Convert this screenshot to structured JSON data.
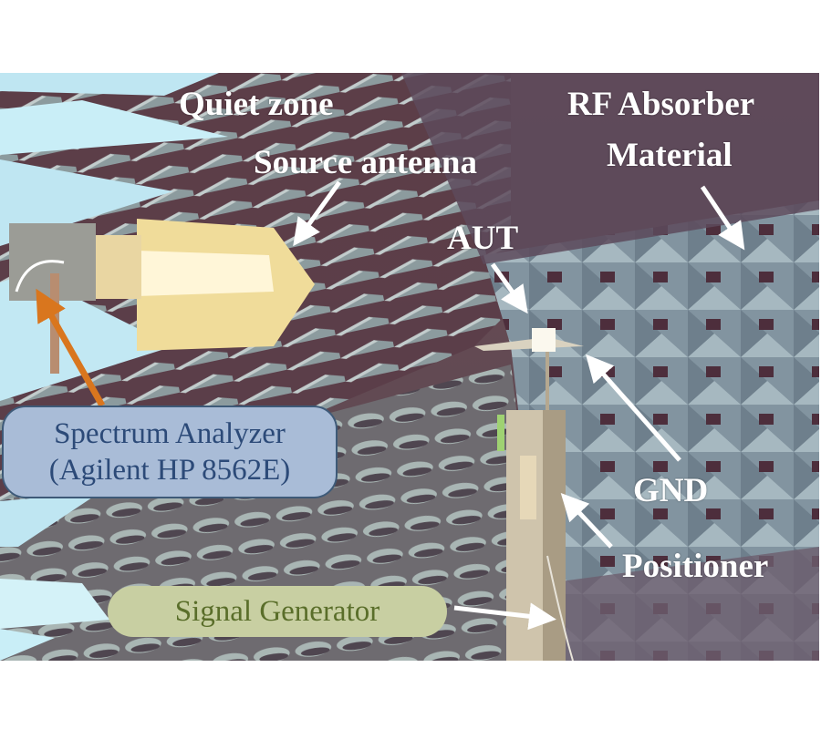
{
  "figure": {
    "description": "Anechoic chamber antenna measurement setup",
    "labels": {
      "quiet_zone": "Quiet zone",
      "source_antenna": "Source antenna",
      "rf_absorber_line1": "RF Absorber",
      "rf_absorber_line2": "Material",
      "aut": "AUT",
      "gnd": "GND",
      "positioner": "Positioner"
    },
    "callouts": {
      "spectrum_analyzer_line1": "Spectrum Analyzer",
      "spectrum_analyzer_line2": "(Agilent HP 8562E)",
      "signal_generator": "Signal Generator"
    },
    "colors": {
      "label_text": "#ffffff",
      "spectrum_box_fill": "#a9bcd7",
      "spectrum_box_border": "#3e5a78",
      "spectrum_box_text": "#2c4a78",
      "signal_box_fill": "#c8cfa2",
      "signal_box_text": "#5a6e2a",
      "orange_arrow": "#d9761e",
      "white_arrow": "#ffffff",
      "antenna_body": "#f0dc9a",
      "absorber_blue": "#bfe6f2",
      "absorber_wall": "#7d8d98",
      "absorber_dark": "#4a2f3c"
    }
  }
}
